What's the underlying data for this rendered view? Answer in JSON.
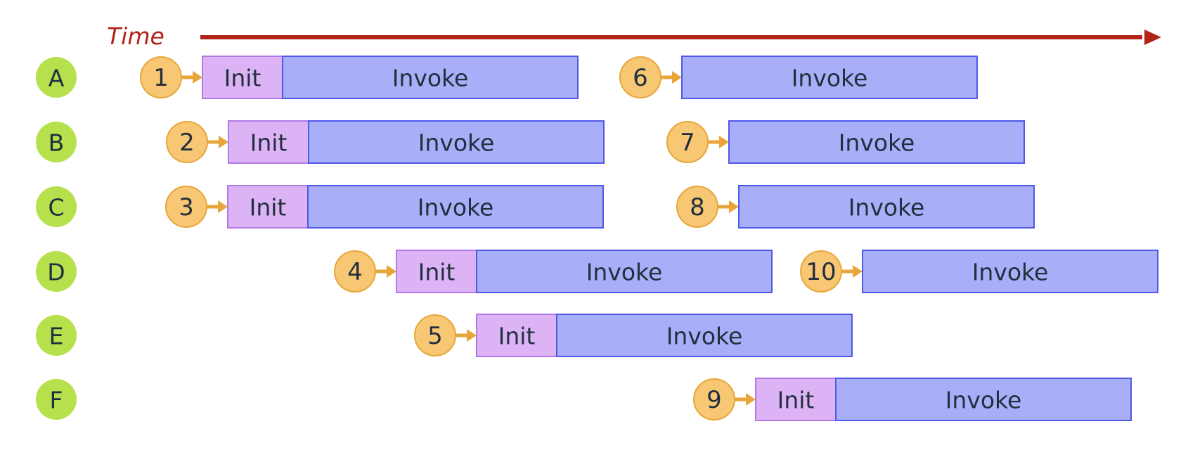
{
  "time_label": "Time",
  "colors": {
    "time_arrow": "#B22418",
    "row_badge": "#B6E04C",
    "step_circle_fill": "#F7C774",
    "step_circle_stroke": "#E8A63A",
    "step_arrow": "#E8A63A",
    "init_fill": "#DCB4F6",
    "init_stroke": "#B478E6",
    "invoke_fill": "#A8AFF8",
    "invoke_stroke": "#5058E8",
    "text": "#232F3E"
  },
  "rows": [
    {
      "label": "A",
      "events": [
        {
          "step": "1",
          "init_label": "Init",
          "invoke_label": "Invoke"
        },
        {
          "step": "6",
          "invoke_label": "Invoke"
        }
      ]
    },
    {
      "label": "B",
      "events": [
        {
          "step": "2",
          "init_label": "Init",
          "invoke_label": "Invoke"
        },
        {
          "step": "7",
          "invoke_label": "Invoke"
        }
      ]
    },
    {
      "label": "C",
      "events": [
        {
          "step": "3",
          "init_label": "Init",
          "invoke_label": "Invoke"
        },
        {
          "step": "8",
          "invoke_label": "Invoke"
        }
      ]
    },
    {
      "label": "D",
      "events": [
        {
          "step": "4",
          "init_label": "Init",
          "invoke_label": "Invoke"
        },
        {
          "step": "10",
          "invoke_label": "Invoke"
        }
      ]
    },
    {
      "label": "E",
      "events": [
        {
          "step": "5",
          "init_label": "Init",
          "invoke_label": "Invoke"
        }
      ]
    },
    {
      "label": "F",
      "events": [
        {
          "step": "9",
          "init_label": "Init",
          "invoke_label": "Invoke"
        }
      ]
    }
  ]
}
